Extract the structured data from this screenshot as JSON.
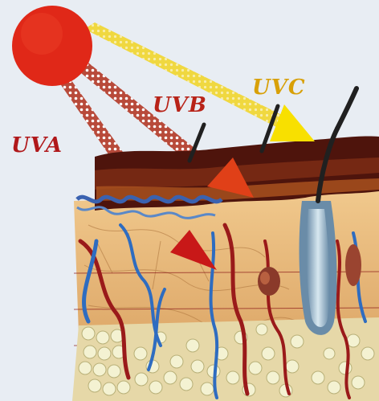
{
  "labels": {
    "uva": "UVA",
    "uvb": "UVB",
    "uvc": "UVC"
  },
  "colors": {
    "background": "#e8edf3",
    "sun": "#e02818",
    "uva_text": "#b0181a",
    "uvb_text": "#b82318",
    "uvc_text": "#d8a008",
    "uva_uvb_rays": "#b84a3a",
    "uvc_ray": "#f0d840",
    "uva_arrow": "#c81818",
    "uvb_arrow": "#e04018",
    "uvc_arrow": "#f8e000",
    "epidermis": "#5a1a10",
    "dermis": "#e8b878",
    "fat": "#f2f2cc",
    "vein": "#2e6cc0",
    "artery": "#9a1a1a",
    "hair": "#202020"
  }
}
